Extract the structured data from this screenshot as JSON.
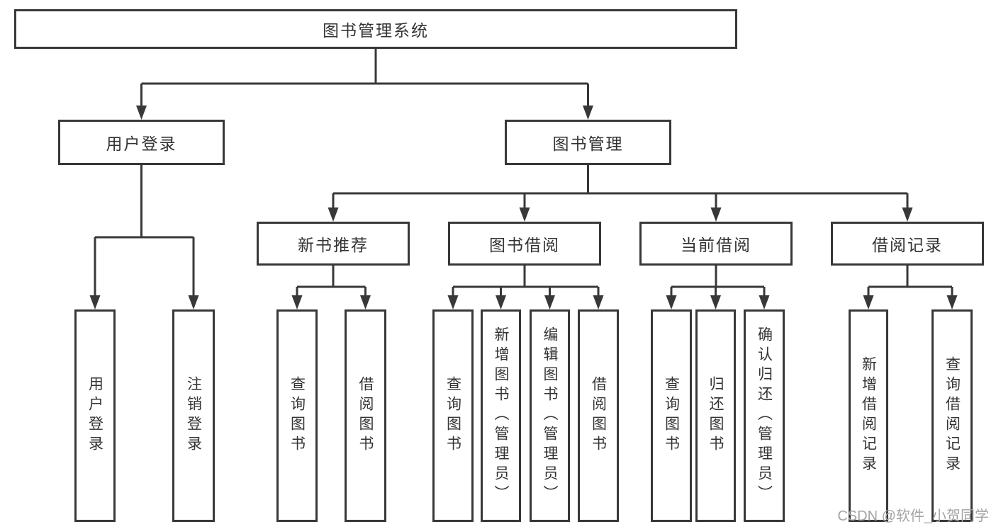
{
  "diagram_type": "hierarchy-tree",
  "tree": {
    "root": {
      "label": "图书管理系统"
    },
    "branches": [
      {
        "label": "用户登录",
        "children": [
          {
            "label": "用户登录"
          },
          {
            "label": "注销登录"
          }
        ]
      },
      {
        "label": "图书管理",
        "children": [
          {
            "label": "新书推荐",
            "children": [
              {
                "label": "查询图书"
              },
              {
                "label": "借阅图书"
              }
            ]
          },
          {
            "label": "图书借阅",
            "children": [
              {
                "label": "查询图书"
              },
              {
                "label": "新增图书（管理员）"
              },
              {
                "label": "编辑图书（管理员）"
              },
              {
                "label": "借阅图书"
              }
            ]
          },
          {
            "label": "当前借阅",
            "children": [
              {
                "label": "查询图书"
              },
              {
                "label": "归还图书"
              },
              {
                "label": "确认归还（管理员）"
              }
            ]
          },
          {
            "label": "借阅记录",
            "children": [
              {
                "label": "新增借阅记录"
              },
              {
                "label": "查询借阅记录"
              }
            ]
          }
        ]
      }
    ]
  },
  "watermark": {
    "text": "CSDN @软件_小贺同学"
  },
  "colors": {
    "line": "#383838",
    "box_border": "#383838",
    "text": "#333333",
    "watermark": "#a3a3a3",
    "background": "#ffffff"
  }
}
